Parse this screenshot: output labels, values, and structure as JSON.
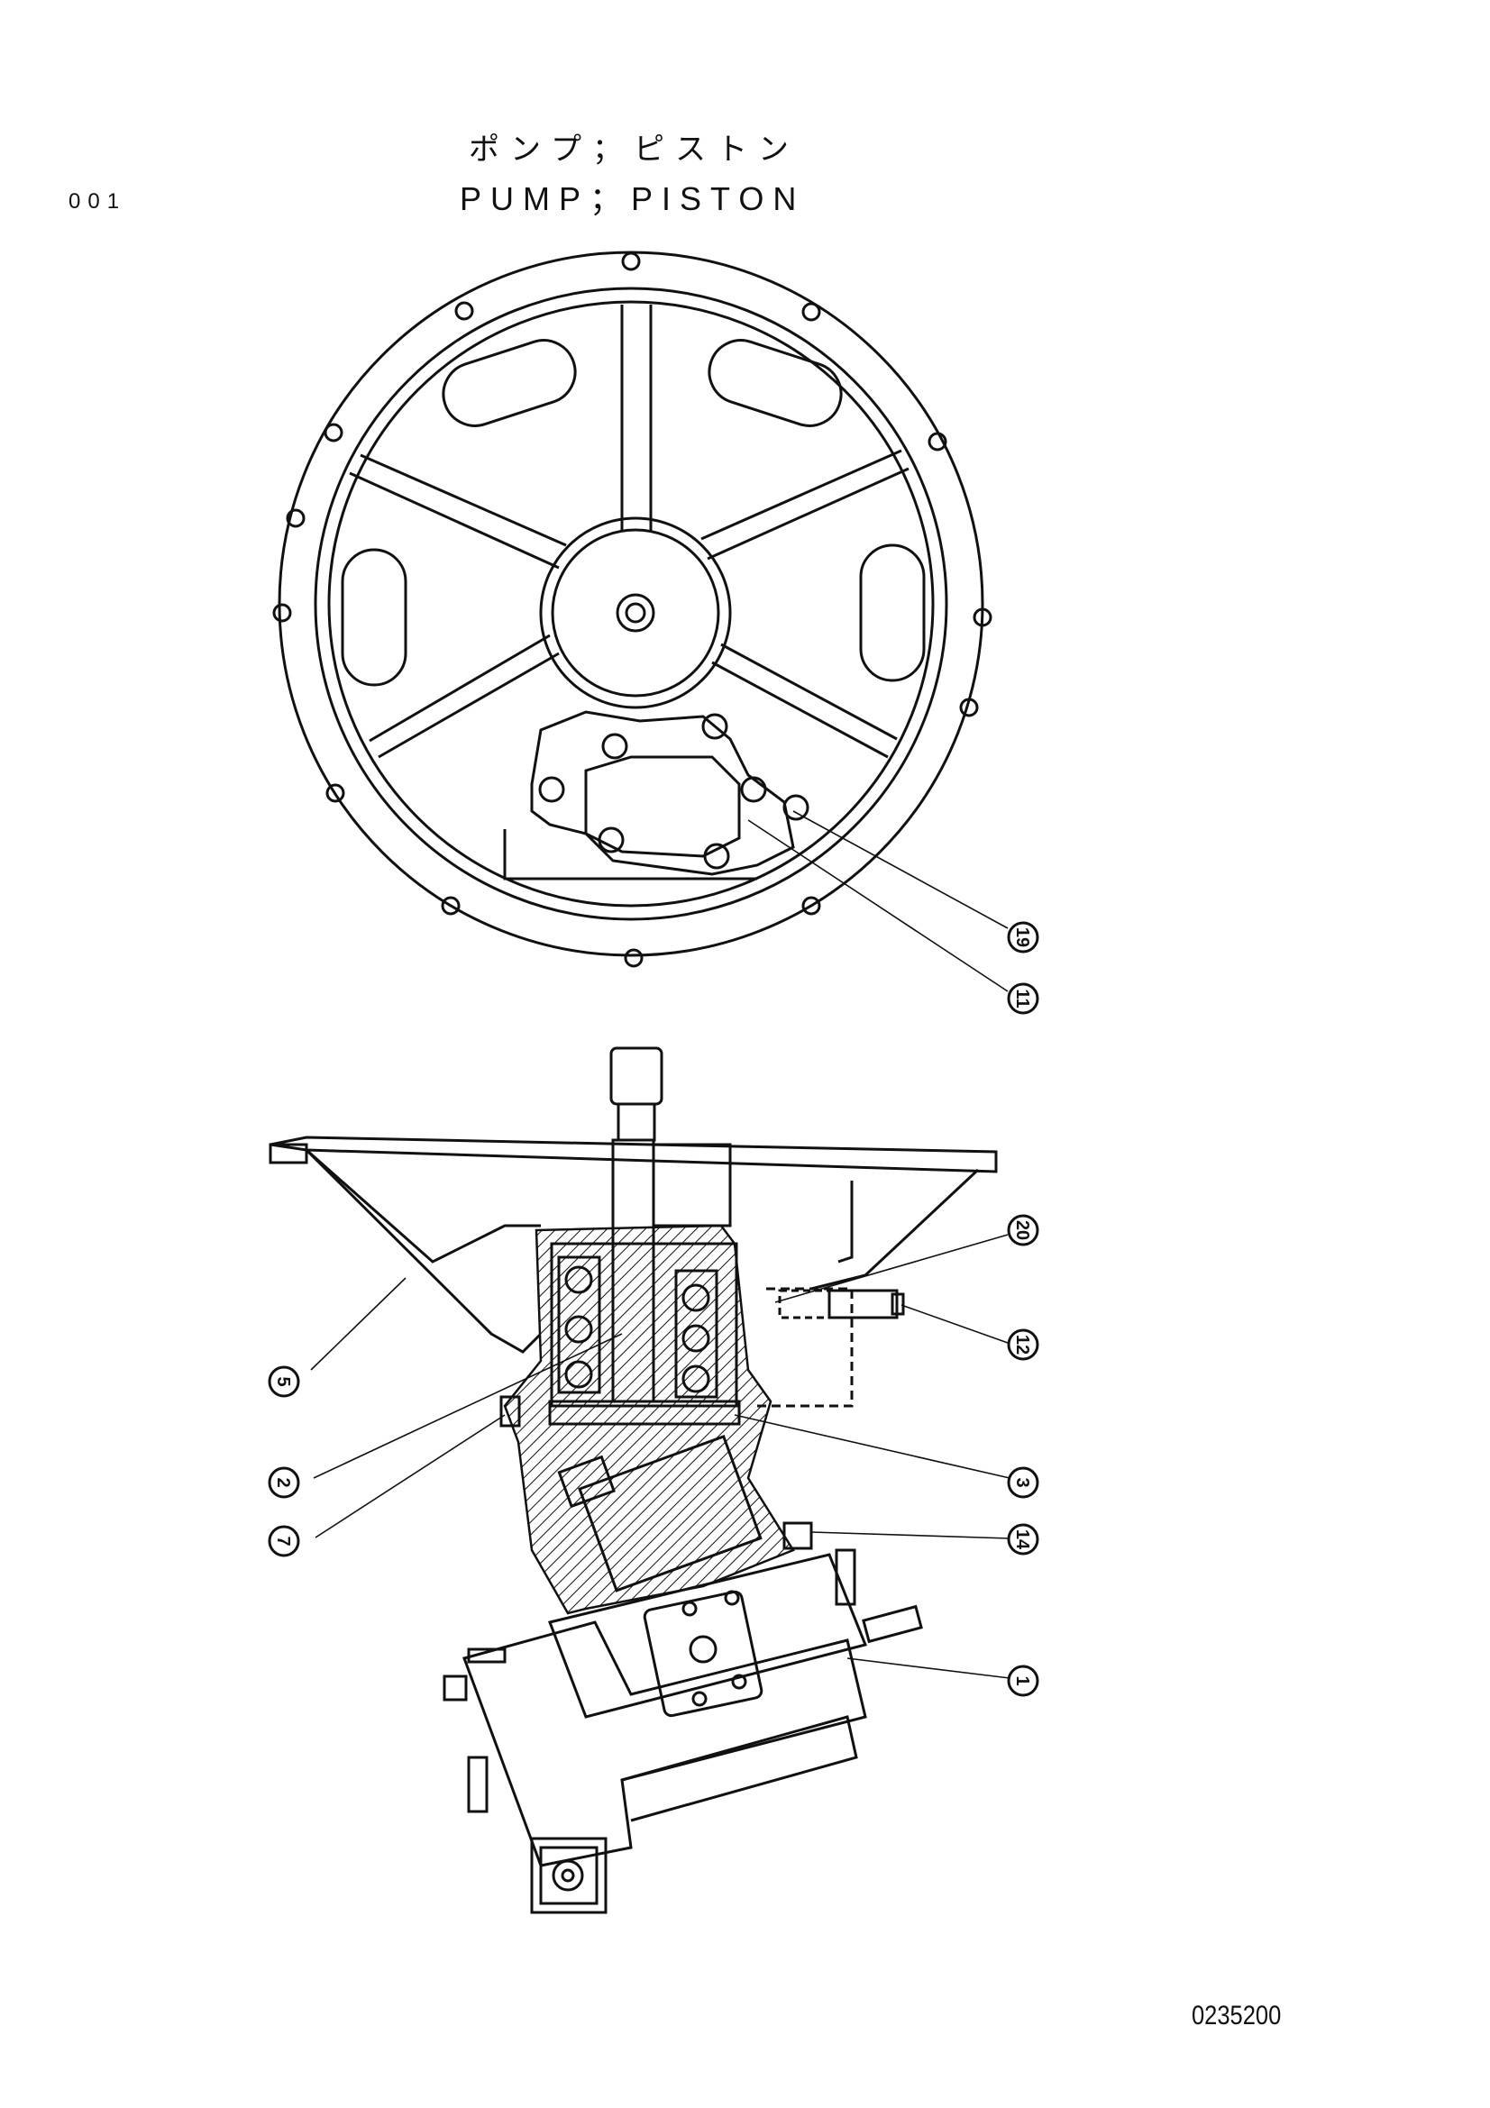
{
  "header": {
    "title_ja": "ポンプ；ピストン",
    "title_en": "PUMP；PISTON",
    "page_code": "001"
  },
  "footer": {
    "drawing_number": "0235200"
  },
  "callouts": [
    {
      "label": "19"
    },
    {
      "label": "11"
    },
    {
      "label": "20"
    },
    {
      "label": "12"
    },
    {
      "label": "5"
    },
    {
      "label": "3"
    },
    {
      "label": "2"
    },
    {
      "label": "14"
    },
    {
      "label": "7"
    },
    {
      "label": "1"
    }
  ]
}
